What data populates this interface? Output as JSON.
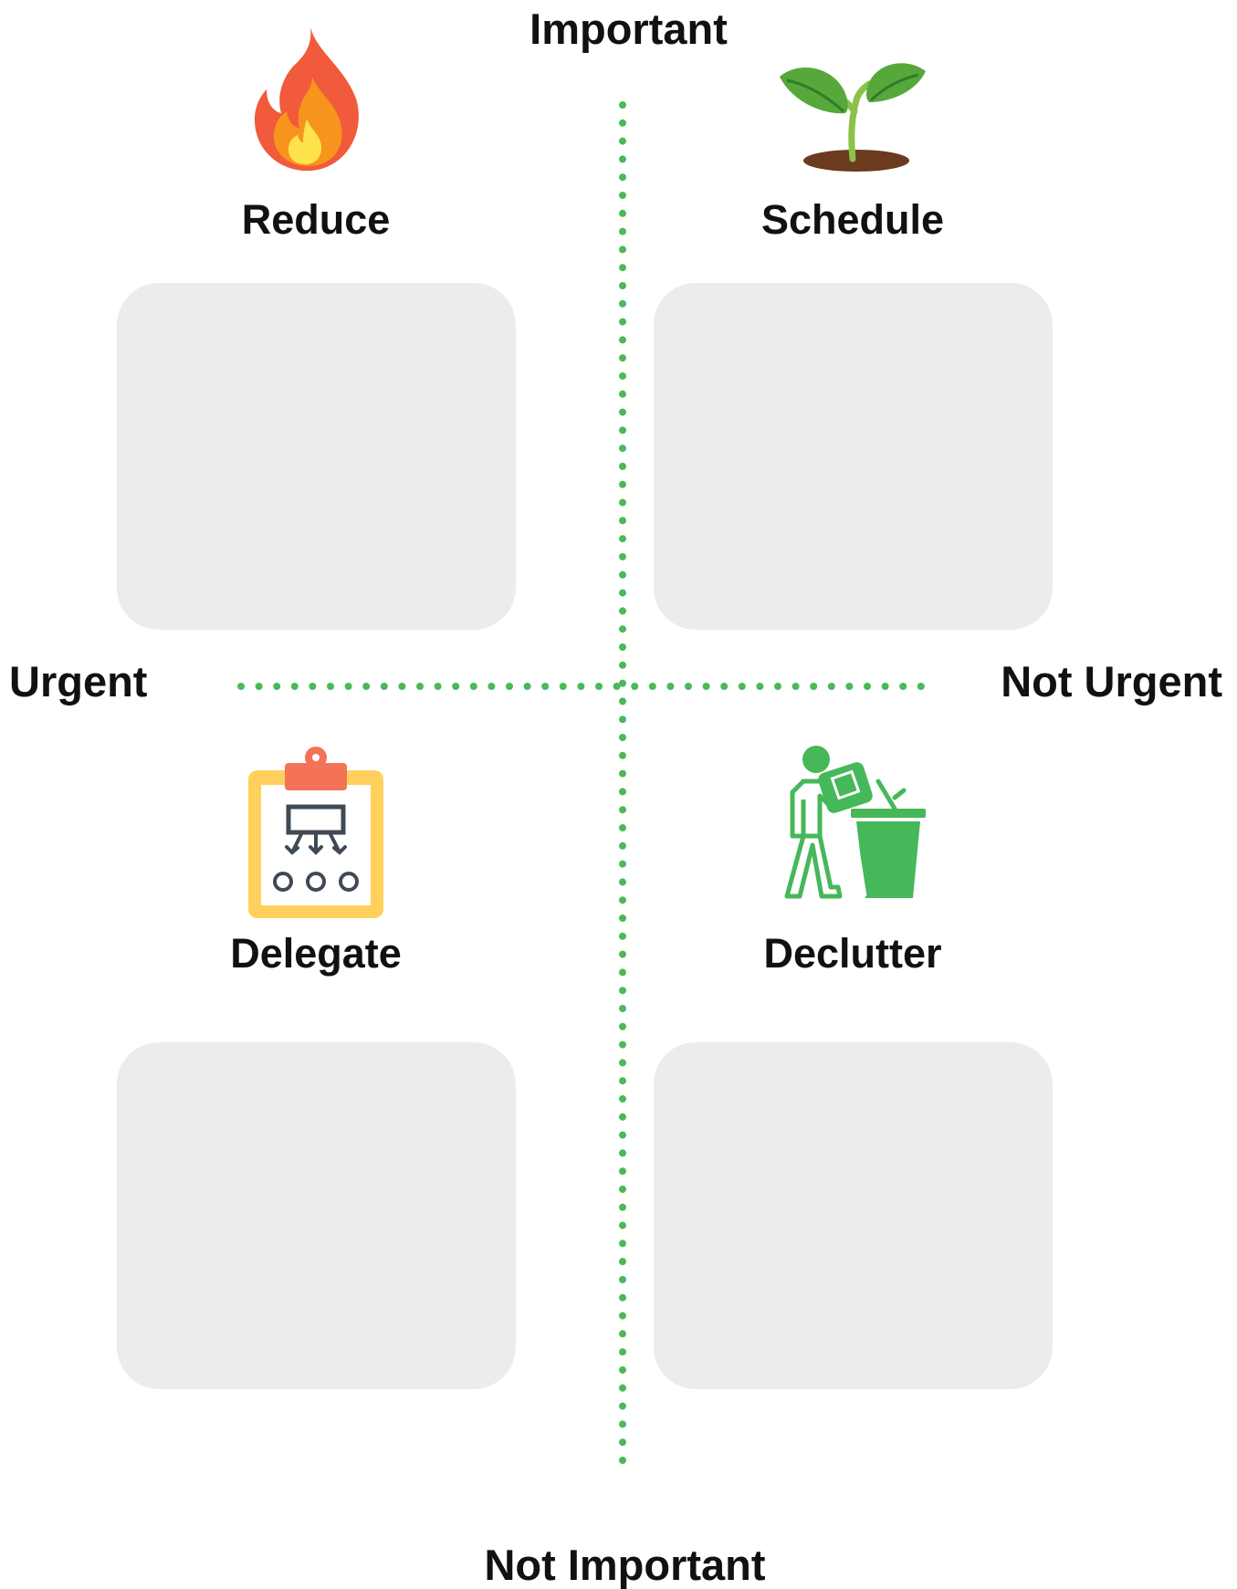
{
  "axes": {
    "top": "Important",
    "bottom": "Not Important",
    "left": "Urgent",
    "right": "Not Urgent"
  },
  "quadrants": [
    {
      "title": "Reduce",
      "icon": "fire-icon"
    },
    {
      "title": "Schedule",
      "icon": "sprout-icon"
    },
    {
      "title": "Delegate",
      "icon": "clipboard-flowchart-icon"
    },
    {
      "title": "Declutter",
      "icon": "person-trash-bin-icon"
    }
  ],
  "colors": {
    "divider": "#4bb85a",
    "box": "#ececec",
    "text": "#111111"
  }
}
